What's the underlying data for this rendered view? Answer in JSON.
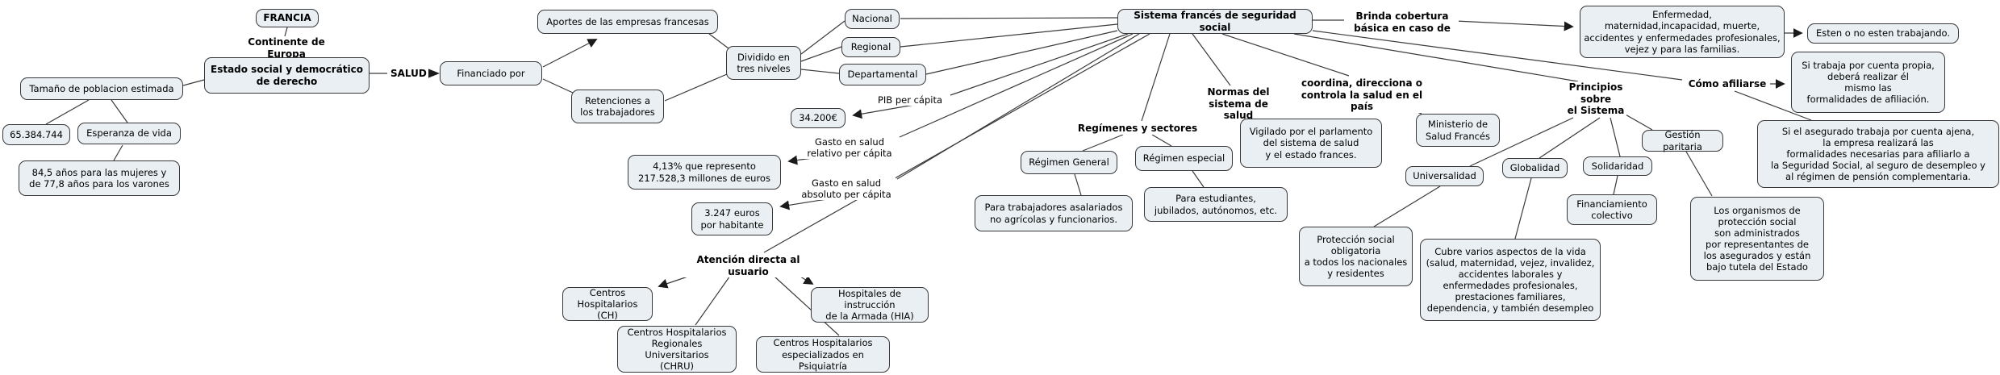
{
  "title": "Sistema francés de seguridad social",
  "colors": {
    "background": "#ffffff",
    "node_fill": "#e9eff2",
    "node_border": "#38383a",
    "connector": "#3a3a3a",
    "text": "#000000"
  },
  "nodes": {
    "francia": {
      "text": "FRANCIA"
    },
    "estado": {
      "text": "Estado social y democrático\nde derecho"
    },
    "tamano": {
      "text": "Tamaño de poblacion estimada"
    },
    "poblacion": {
      "text": "65.384.744"
    },
    "esperanza": {
      "text": "Esperanza de vida"
    },
    "anos": {
      "text": "84,5 años para las mujeres y\nde 77,8 años para los varones"
    },
    "financiado": {
      "text": "Financiado por"
    },
    "aportes": {
      "text": "Aportes de las empresas francesas"
    },
    "retenciones": {
      "text": "Retenciones a\nlos trabajadores"
    },
    "dividido": {
      "text": "Dividido en\ntres niveles"
    },
    "nacional": {
      "text": "Nacional"
    },
    "regional": {
      "text": "Regional"
    },
    "departamental": {
      "text": "Departamental"
    },
    "pib_value": {
      "text": "34.200€"
    },
    "gasto_rel_value": {
      "text": "4,13% que represento\n217.528,3 millones de euros"
    },
    "gasto_abs_value": {
      "text": "3.247 euros\npor habitante"
    },
    "ch": {
      "text": "Centros\nHospitalarios (CH)"
    },
    "chru": {
      "text": "Centros Hospitalarios\nRegionales Universitarios\n(CHRU)"
    },
    "hia": {
      "text": "Hospitales de instrucción\nde la Armada (HIA)"
    },
    "psiquiatria": {
      "text": "Centros Hospitalarios\nespecializados en Psiquiatría"
    },
    "sistema": {
      "text": "Sistema francés de seguridad social"
    },
    "vigilado": {
      "text": "Vigilado por el parlamento\ndel sistema de salud\ny el estado frances."
    },
    "ministerio": {
      "text": "Ministerio de\nSalud Francés"
    },
    "regimen_general": {
      "text": "Régimen General"
    },
    "regimen_especial": {
      "text": "Régimen especial"
    },
    "trabajadores": {
      "text": "Para trabajadores asalariados\nno agrícolas y funcionarios."
    },
    "estudiantes": {
      "text": "Para estudiantes,\njubilados, autónomos, etc."
    },
    "universalidad": {
      "text": "Universalidad"
    },
    "globalidad": {
      "text": "Globalidad"
    },
    "solidaridad": {
      "text": "Solidaridad"
    },
    "gestion": {
      "text": "Gestión paritaria"
    },
    "financiamiento": {
      "text": "Financiamiento\ncolectivo"
    },
    "proteccion": {
      "text": "Protección social\nobligatoria\na todos los nacionales\ny residentes"
    },
    "cubre": {
      "text": "Cubre varios aspectos de la vida\n(salud, maternidad, vejez, invalidez,\naccidentes laborales y\nenfermedades profesionales,\nprestaciones familiares,\ndependencia, y también desempleo"
    },
    "organismos": {
      "text": "Los organismos de\nprotección social\nson administrados\npor representantes de\nlos asegurados y están\nbajo tutela del Estado"
    },
    "enfermedad": {
      "text": "Enfermedad,\nmaternidad,incapacidad, muerte,\naccidentes y enfermedades profesionales,\nvejez y para las familias."
    },
    "esten": {
      "text": "Esten o no esten trabajando."
    },
    "cuenta_propia": {
      "text": "Si trabaja por cuenta propia,\ndeberá realizar él\nmismo las\nformalidades de afiliación."
    },
    "cuenta_ajena": {
      "text": "Si el asegurado trabaja por cuenta ajena,\nla empresa realizará las\nformalidades necesarias para afiliarlo a\nla Seguridad Social, al seguro de desempleo y\nal régimen de pensión complementaria."
    }
  },
  "labels": {
    "continente": {
      "text": "Continente de Europa"
    },
    "salud": {
      "text": "SALUD"
    },
    "pib": {
      "text": "PIB per cápita"
    },
    "gasto_rel": {
      "text": "Gasto en salud\nrelativo per cápita"
    },
    "gasto_abs": {
      "text": "Gasto en salud\nabsoluto per cápita"
    },
    "atencion": {
      "text": "Atención directa al usuario"
    },
    "brinda": {
      "text": "Brinda cobertura\nbásica en caso de"
    },
    "normas": {
      "text": "Normas del\nsistema de salud"
    },
    "coordina": {
      "text": "coordina, direcciona o\ncontrola la salud en el país"
    },
    "regimenes": {
      "text": "Regímenes y sectores"
    },
    "principios": {
      "text": "Principios\nsobre\nel Sistema"
    },
    "como": {
      "text": "Cómo afiliarse"
    }
  }
}
